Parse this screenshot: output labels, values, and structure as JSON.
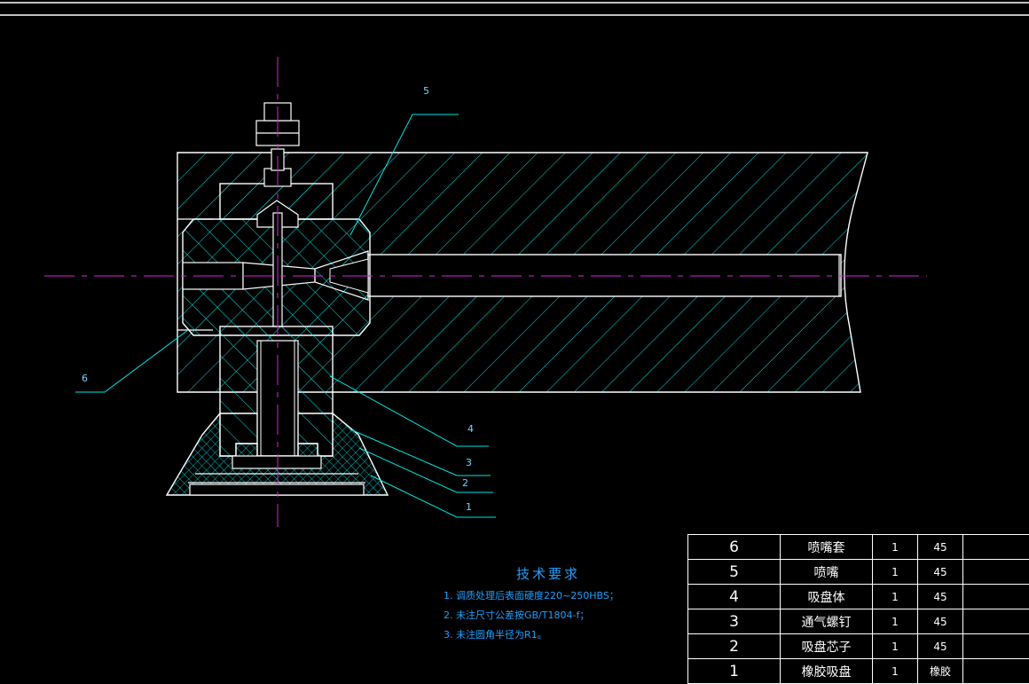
{
  "drawing": {
    "part_labels": [
      "5",
      "6",
      "4",
      "3",
      "2",
      "1"
    ],
    "colors": {
      "background": "#000000",
      "outline": "#ffffff",
      "hatch": "#00e5e5",
      "centerline": "#e020e0",
      "leader": "#00e5e5",
      "text": "#1ea0ff"
    }
  },
  "tech_requirements": {
    "title": "技术要求",
    "lines": [
      "1. 调质处理后表面硬度220~250HBS；",
      "2. 未注尺寸公差按GB/T1804-f；",
      "3. 未注圆角半径为R1。"
    ]
  },
  "bom": {
    "rows": [
      {
        "no": "6",
        "name": "喷嘴套",
        "qty": "1",
        "material": "45"
      },
      {
        "no": "5",
        "name": "喷嘴",
        "qty": "1",
        "material": "45"
      },
      {
        "no": "4",
        "name": "吸盘体",
        "qty": "1",
        "material": "45"
      },
      {
        "no": "3",
        "name": "通气螺钉",
        "qty": "1",
        "material": "45"
      },
      {
        "no": "2",
        "name": "吸盘芯子",
        "qty": "1",
        "material": "45"
      },
      {
        "no": "1",
        "name": "橡胶吸盘",
        "qty": "1",
        "material": "橡胶"
      }
    ]
  }
}
